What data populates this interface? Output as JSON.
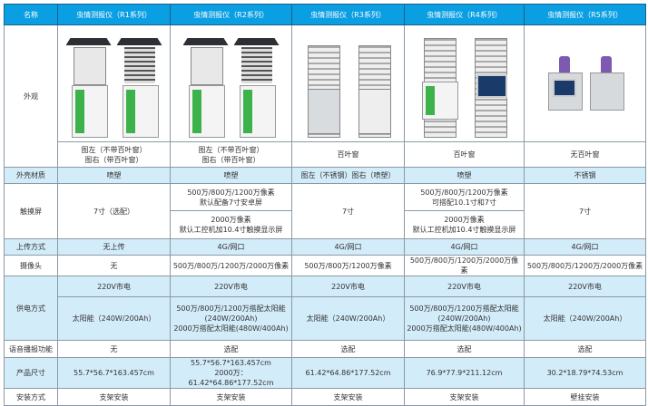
{
  "header": [
    "名称",
    "虫情测报仪（R1系列）",
    "虫情测报仪（R2系列）",
    "虫情测报仪（R3系列）",
    "虫情测报仪（R4系列）",
    "虫情测报仪（R5系列）"
  ],
  "appearance": {
    "label": "外观",
    "captions": [
      "图左（不带百叶窗）\n图右（带百叶窗）",
      "图左（不带百叶窗）\n图右（带百叶窗）",
      "百叶窗",
      "百叶窗",
      "无百叶窗"
    ]
  },
  "shell": {
    "label": "外壳材质",
    "values": [
      "喷塑",
      "喷塑",
      "图左（不锈钢）图右（喷塑）",
      "喷塑",
      "不锈钢"
    ]
  },
  "touch": {
    "label": "触摸屏",
    "r1": "7寸（选配）",
    "r2a": "500万/800万/1200万像素\n默认配备7寸安卓屏",
    "r2b": "2000万像素\n默认工控机加10.4寸触摸显示屏",
    "r3": "7寸",
    "r4a": "500万/800万/1200万像素\n可搭配10.1寸和7寸",
    "r4b": "2000万像素\n默认工控机加10.4寸触摸显示屏",
    "r5": "7寸"
  },
  "upload": {
    "label": "上传方式",
    "values": [
      "无上传",
      "4G/网口",
      "4G/网口",
      "4G/网口",
      "4G/网口"
    ]
  },
  "camera": {
    "label": "摄像头",
    "values": [
      "无",
      "500万/800万/1200万/2000万像素",
      "500万/800万/1200万像素",
      "500万/800万/1200万/2000万像素",
      "500万/800万/1200万/2000万像素"
    ]
  },
  "power": {
    "label": "供电方式",
    "mains": [
      "220V市电",
      "220V市电",
      "220V市电",
      "220V市电",
      "220V市电"
    ],
    "solar": [
      "太阳能（240W/200Ah）",
      "500万/800万/1200万搭配太阳能\n(240W/200Ah)\n2000万搭配太阳能(480W/400Ah)",
      "太阳能（240W/200Ah）",
      "500万/800万/1200万搭配太阳能\n(240W/200Ah)\n2000万搭配太阳能(480W/400Ah)",
      "太阳能（240W/200Ah）"
    ]
  },
  "voice": {
    "label": "语音播报功能",
    "values": [
      "无",
      "选配",
      "选配",
      "选配",
      "选配"
    ]
  },
  "size": {
    "label": "产品尺寸",
    "values": [
      "55.7*56.7*163.457cm",
      "55.7*56.7*163.457cm\n2000万：61.42*64.86*177.52cm",
      "61.42*64.86*177.52cm",
      "76.9*77.9*211.12cm",
      "30.2*18.79*74.53cm"
    ]
  },
  "install": {
    "label": "安装方式",
    "values": [
      "支架安装",
      "支架安装",
      "支架安装",
      "支架安装",
      "壁挂安装"
    ]
  }
}
